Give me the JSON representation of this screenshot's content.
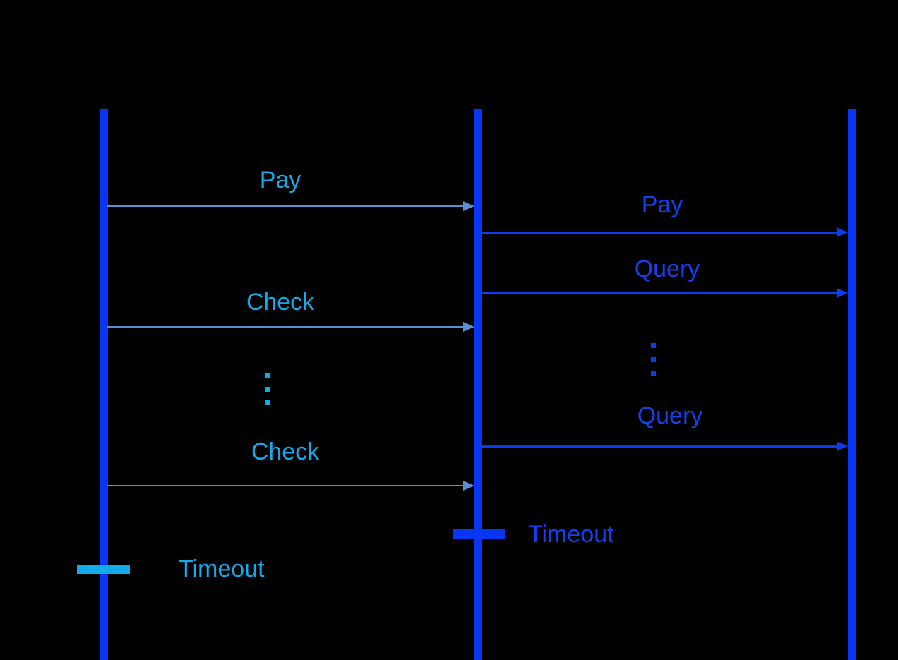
{
  "diagram": {
    "type": "sequence-diagram",
    "background": "#000000",
    "colors": {
      "lifeline_blue": "#0836f5",
      "blue_arrow": "#0b3bf3",
      "blue_text": "#1540f2",
      "cyan": "#12aae9",
      "steel_arrow": "#5b8fd4"
    },
    "lifelines": [
      {
        "id": "left"
      },
      {
        "id": "middle"
      },
      {
        "id": "right"
      }
    ],
    "messages": [
      {
        "label": "Pay",
        "from": "left",
        "to": "middle",
        "style": "steel-cyan"
      },
      {
        "label": "Pay",
        "from": "middle",
        "to": "right",
        "style": "blue"
      },
      {
        "label": "Query",
        "from": "middle",
        "to": "right",
        "style": "blue"
      },
      {
        "label": "Check",
        "from": "left",
        "to": "middle",
        "style": "steel-cyan"
      },
      {
        "label": "Query",
        "from": "middle",
        "to": "right",
        "style": "blue"
      },
      {
        "label": "Check",
        "from": "left",
        "to": "middle",
        "style": "steel-cyan"
      }
    ],
    "ellipses": [
      {
        "symbol": "⋮",
        "lane": "left",
        "color": "cyan"
      },
      {
        "symbol": "⋮",
        "lane": "right",
        "color": "blue"
      }
    ],
    "timeouts": [
      {
        "label": "Timeout",
        "lifeline": "middle",
        "color": "blue"
      },
      {
        "label": "Timeout",
        "lifeline": "left",
        "color": "cyan"
      }
    ]
  }
}
